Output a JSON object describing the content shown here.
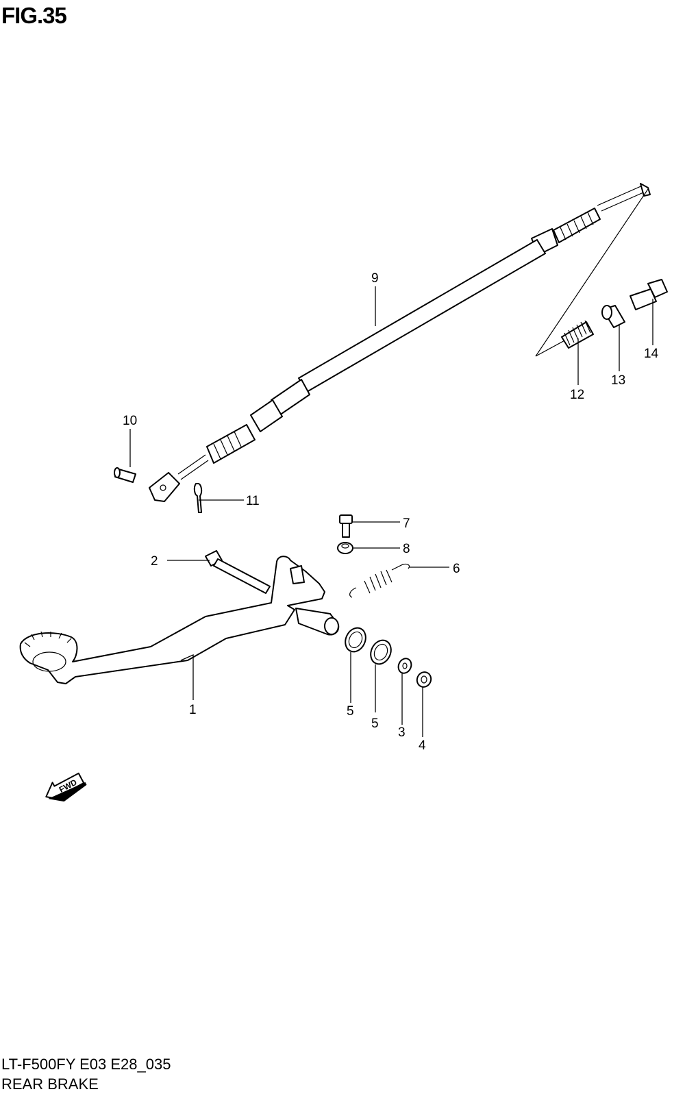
{
  "figure": {
    "title": "FIG.35"
  },
  "callouts": [
    {
      "label": "1"
    },
    {
      "label": "2"
    },
    {
      "label": "3"
    },
    {
      "label": "4"
    },
    {
      "label": "5"
    },
    {
      "label": "5"
    },
    {
      "label": "6"
    },
    {
      "label": "7"
    },
    {
      "label": "8"
    },
    {
      "label": "9"
    },
    {
      "label": "10"
    },
    {
      "label": "11"
    },
    {
      "label": "12"
    },
    {
      "label": "13"
    },
    {
      "label": "14"
    }
  ],
  "direction_marker": {
    "label": "FWD",
    "icon": "fwd-arrow-icon"
  },
  "footer": {
    "model_code": "LT-F500FY E03 E28_035",
    "section_name": "REAR BRAKE"
  }
}
